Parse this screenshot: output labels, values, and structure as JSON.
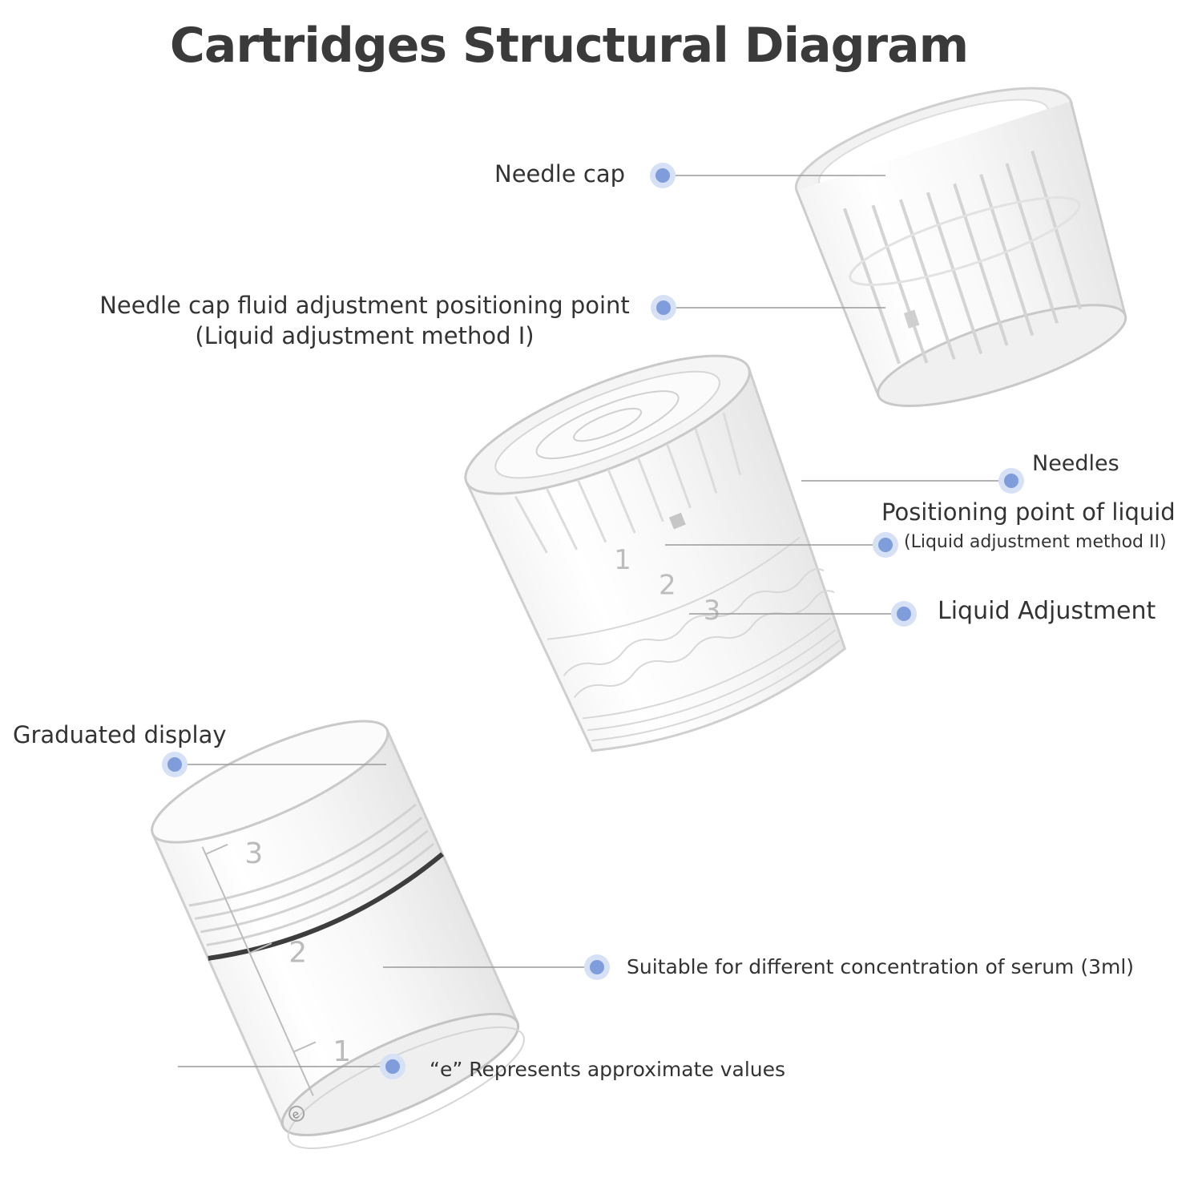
{
  "title": "Cartridges Structural Diagram",
  "colors": {
    "dot": "#7f9cdb",
    "dot_halo": "#d7e1f6",
    "line": "#9a9a9a",
    "text": "#333333"
  },
  "labels": {
    "needle_cap": "Needle cap",
    "cap_positioning_1": "Needle cap fluid adjustment positioning point",
    "cap_positioning_2": "(Liquid adjustment method I)",
    "needles": "Needles",
    "positioning_liquid_1": "Positioning point of liquid",
    "positioning_liquid_2": "(Liquid adjustment method II)",
    "liquid_adjustment": "Liquid Adjustment",
    "graduated_display": "Graduated display",
    "serum": "Suitable for different concentration of serum (3ml)",
    "e_mark": "“e”   Represents approximate values"
  },
  "marks": {
    "middle_scale": [
      "1",
      "2",
      "3"
    ],
    "bottom_scale": [
      "3",
      "2",
      "1"
    ],
    "e_symbol": "e"
  }
}
